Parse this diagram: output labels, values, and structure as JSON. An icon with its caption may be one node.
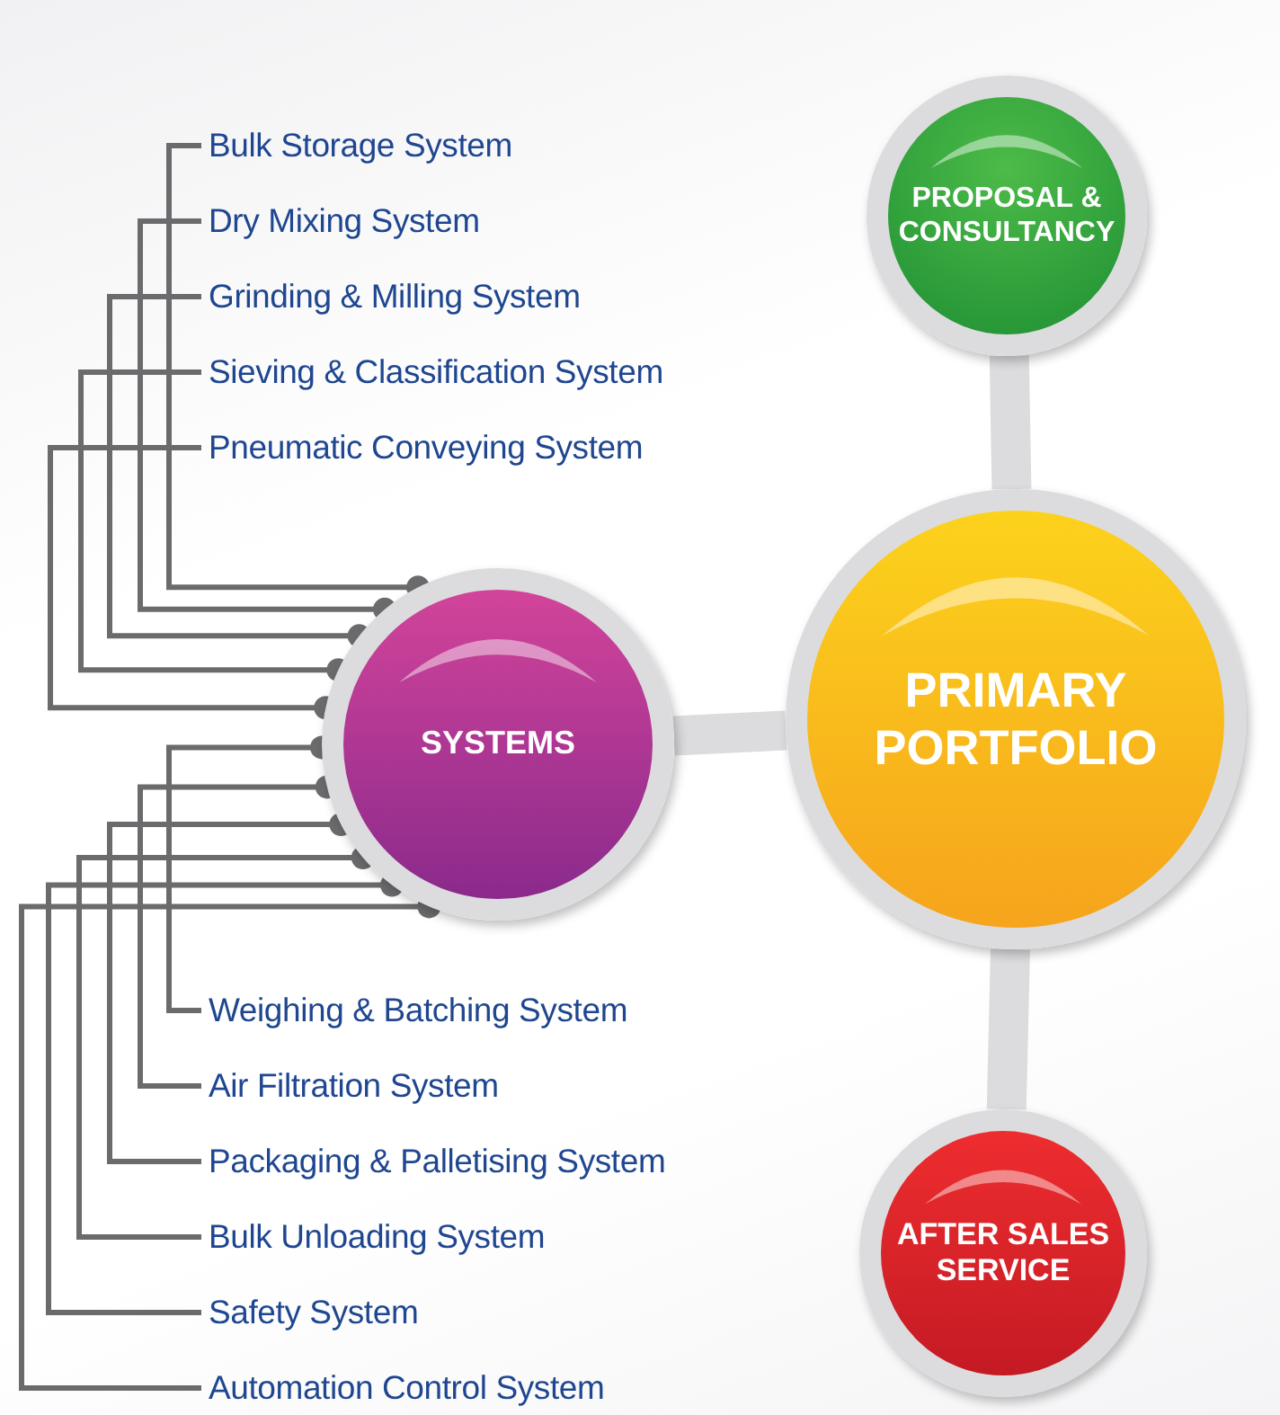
{
  "diagram": {
    "nodes": [
      {
        "text": [
          "PROPOSAL & CONSULTANCY"
        ]
      },
      {
        "text": [
          "PRIMARY PORTFOLIO"
        ]
      },
      {
        "text": [
          "SYSTEMS"
        ]
      },
      {
        "text": [
          "AFTER SALES SERVICE"
        ]
      },
      {
        "text": [
          "Bulk Storage System"
        ]
      },
      {
        "text": [
          "Dry Mixing System"
        ]
      },
      {
        "text": [
          "Grinding & Milling System"
        ]
      },
      {
        "text": [
          "Sieving & Classification System"
        ]
      },
      {
        "text": [
          "Pneumatic Conveying System"
        ]
      },
      {
        "text": [
          "Weighing & Batching System"
        ]
      },
      {
        "text": [
          "Air Filtration System"
        ]
      },
      {
        "text": [
          "Packaging & Palletising System"
        ]
      },
      {
        "text": [
          "Bulk Unloading System"
        ]
      },
      {
        "text": [
          "Safety System"
        ]
      },
      {
        "text": [
          "Automation Control System"
        ]
      }
    ],
    "edges": [
      {
        "from": 0,
        "to": 1,
        "arrow": "none",
        "style": "thick",
        "color": "#dcdcde"
      },
      {
        "from": 2,
        "to": 1,
        "arrow": "none",
        "style": "thick",
        "color": "#dcdcde"
      },
      {
        "from": 1,
        "to": 3,
        "arrow": "none",
        "style": "thick",
        "color": "#dcdcde"
      },
      {
        "from": 2,
        "to": 4,
        "arrow": "other"
      },
      {
        "from": 2,
        "to": 5,
        "arrow": "other"
      },
      {
        "from": 2,
        "to": 6,
        "arrow": "other"
      },
      {
        "from": 2,
        "to": 7,
        "arrow": "other"
      },
      {
        "from": 2,
        "to": 8,
        "arrow": "other"
      },
      {
        "from": 2,
        "to": 9,
        "arrow": "other"
      },
      {
        "from": 2,
        "to": 10,
        "arrow": "other"
      },
      {
        "from": 2,
        "to": 11,
        "arrow": "other"
      },
      {
        "from": 2,
        "to": 12,
        "arrow": "other"
      },
      {
        "from": 2,
        "to": 13,
        "arrow": "other"
      },
      {
        "from": 2,
        "to": 14,
        "arrow": "other"
      }
    ]
  }
}
